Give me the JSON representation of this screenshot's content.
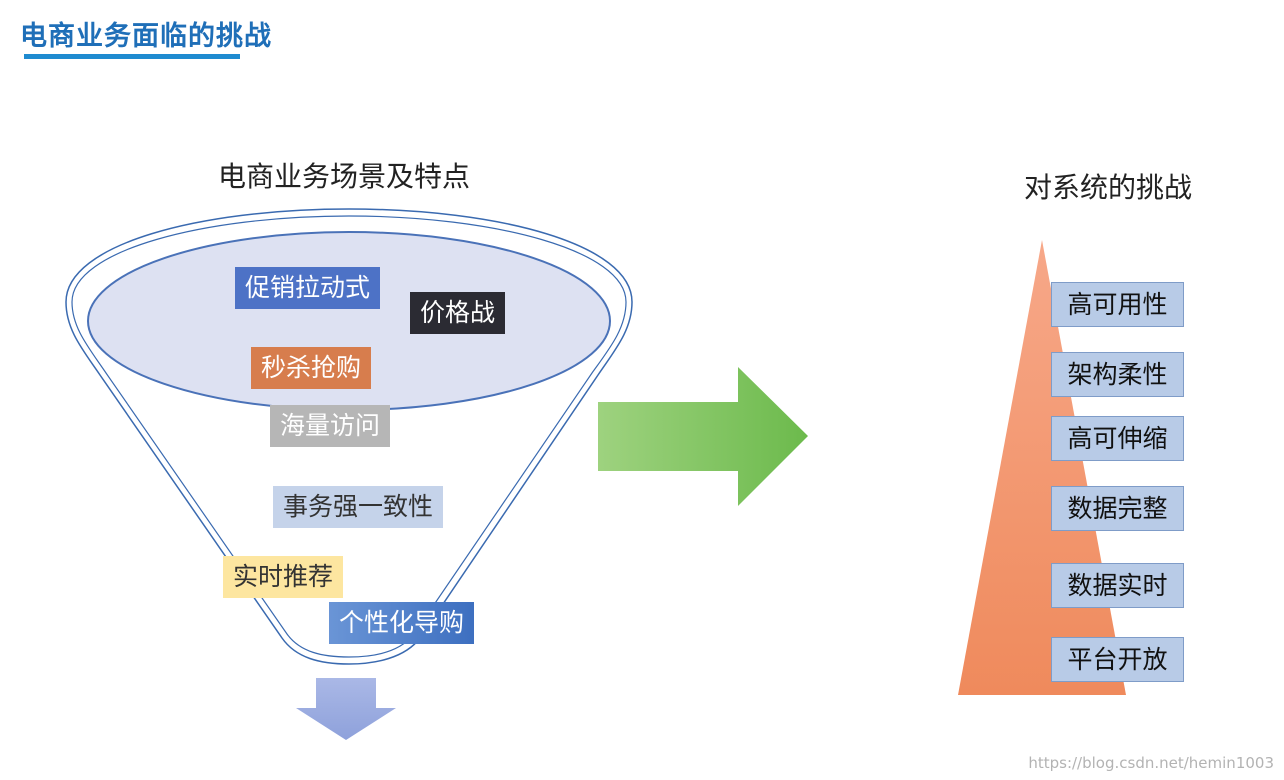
{
  "page_title": "电商业务面临的挑战",
  "left_heading": "电商业务场景及特点",
  "right_heading": "对系统的挑战",
  "scenarios": {
    "promotion": "促销拉动式",
    "price_war": "价格战",
    "flash_sale": "秒杀抢购",
    "massive_access": "海量访问",
    "transaction_consistency": "事务强一致性",
    "realtime_recommend": "实时推荐",
    "personalized_guide": "个性化导购"
  },
  "challenges": [
    "高可用性",
    "架构柔性",
    "高可伸缩",
    "数据完整",
    "数据实时",
    "平台开放"
  ],
  "watermark": "https://blog.csdn.net/hemin1003",
  "colors": {
    "title_blue": "#1f6fb8",
    "arrow_green": "#78c059",
    "arrow_down": "#8fa6dc",
    "triangle": "#f08a5d",
    "funnel_fill": "#dde1f2"
  }
}
